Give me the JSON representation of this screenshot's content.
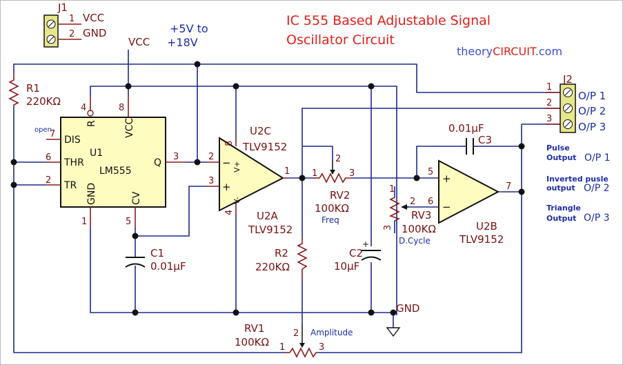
{
  "title_line1": "IC 555 Based Adjustable Signal",
  "title_line2": "Oscillator Circuit",
  "brand_prefix": "theory",
  "brand_main": "CIRCUIT",
  "brand_suffix": ".com",
  "supply_line1": "+5V to",
  "supply_line2": "+18V",
  "vcc": "VCC",
  "gnd": "GND",
  "j1": {
    "ref": "J1",
    "pin1": "1",
    "pin2": "2",
    "net1": "VCC",
    "net2": "GND"
  },
  "j2": {
    "ref": "J2",
    "pins": [
      "1",
      "2",
      "3"
    ],
    "outs": [
      "O/P 1",
      "O/P 2",
      "O/P 3"
    ]
  },
  "r1": {
    "ref": "R1",
    "value": "220KΩ"
  },
  "r2": {
    "ref": "R2",
    "value": "220KΩ"
  },
  "rv1": {
    "ref": "RV1",
    "value": "100KΩ",
    "note": "Amplitude",
    "p2": "2",
    "p1": "1",
    "p3": "3"
  },
  "rv2": {
    "ref": "RV2",
    "value": "100KΩ",
    "note": "Freq",
    "p1": "1",
    "p2": "2",
    "p3": "3"
  },
  "rv3": {
    "ref": "RV3",
    "value": "100KΩ",
    "note": "D.Cycle",
    "p1": "1",
    "p2": "2",
    "p3": "3"
  },
  "c1": {
    "ref": "C1",
    "value": "0.01µF"
  },
  "c2": {
    "ref": "C2",
    "value": "10µF"
  },
  "c3": {
    "ref": "C3",
    "value": "0.01µF"
  },
  "u1": {
    "ref": "U1",
    "part": "LM555",
    "dis": "DIS",
    "thr": "THR",
    "tr": "TR",
    "q": "Q",
    "r": "R",
    "vcc": "VCC",
    "gnd": "GND",
    "cv": "CV",
    "open": "open"
  },
  "u2a": {
    "ref": "U2A",
    "part": "TLV9152"
  },
  "u2b": {
    "ref": "U2B",
    "part": "TLV9152"
  },
  "u2c": {
    "ref": "U2C",
    "part": "TLV9152"
  },
  "pins": {
    "p1": "1",
    "p2": "2",
    "p3": "3",
    "p4": "4",
    "p5": "5",
    "p6": "6",
    "p7": "7",
    "p8": "8"
  },
  "legend": {
    "pulse1": "Pulse",
    "pulse2": "Output",
    "pulse_op": "O/P 1",
    "inv1": "Inverted pusle",
    "inv2": "output",
    "inv_op": "O/P 2",
    "tri1": "Triangle",
    "tri2": "Output",
    "tri_op": "O/P 3"
  },
  "plus": "+",
  "minus": "−"
}
